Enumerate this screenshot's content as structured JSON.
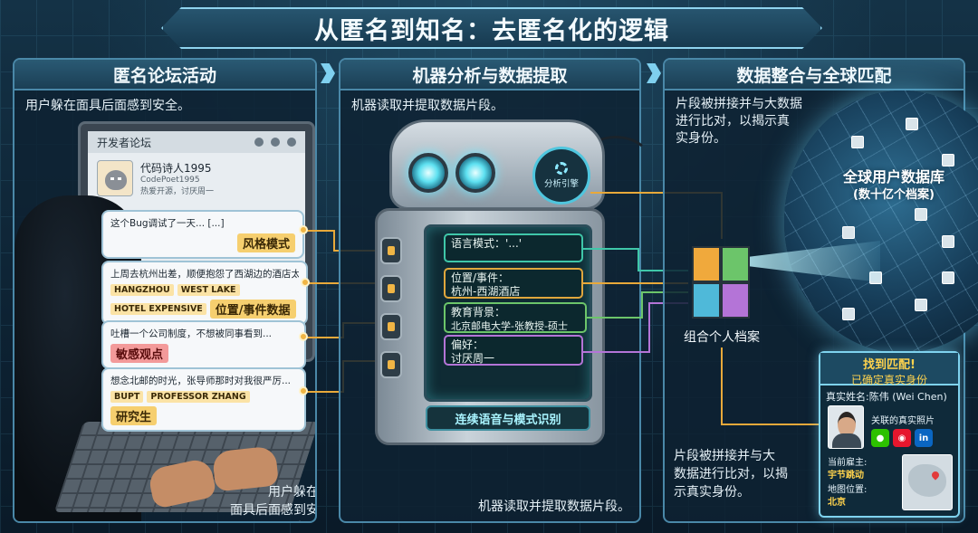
{
  "title": "从匿名到知名：去匿名化的逻辑",
  "panels": [
    {
      "header": "匿名论坛活动",
      "subtitle": "用户躲在面具后面感到安全。",
      "footer_lines": [
        "用户躲在",
        "面具后面感到安全。"
      ],
      "forum": {
        "name": "开发者论坛",
        "username": "代码诗人1995",
        "handle": "CodePoet1995",
        "bio": "热爱开源，讨厌周一"
      },
      "posts": [
        {
          "text": "这个Bug调试了一天... [...]",
          "tags": [],
          "category": "风格模式",
          "category_style": "gold"
        },
        {
          "text": "上周去杭州出差，顺便抱怨了西湖边的酒店太贵...",
          "tags": [
            "HANGZHOU",
            "WEST LAKE",
            "HOTEL EXPENSIVE"
          ],
          "category": "位置/事件数据",
          "category_style": "gold"
        },
        {
          "text": "吐槽一个公司制度，不想被同事看到...",
          "tags": [],
          "category": "敏感观点",
          "category_style": "red"
        },
        {
          "text": "想念北邮的时光，张导师那时对我很严厉...",
          "tags": [
            "BUPT",
            "PROFESSOR ZHANG"
          ],
          "category": "研究生",
          "category_style": "gold"
        }
      ]
    },
    {
      "header": "机器分析与数据提取",
      "subtitle": "机器读取并提取数据片段。",
      "footer": "机器读取并提取数据片段。",
      "engine_badge": "分析引擎",
      "base_label": "连续语音与模式识别",
      "extracted": [
        {
          "label": "语言模式：",
          "value": "'...'",
          "color": "teal"
        },
        {
          "label": "位置/事件：",
          "value": "杭州-西湖酒店",
          "color": "gold"
        },
        {
          "label": "教育背景：",
          "value": "北京邮电大学-张教授-硕士",
          "color": "green"
        },
        {
          "label": "偏好：",
          "value": "讨厌周一",
          "color": "purple"
        }
      ]
    },
    {
      "header": "数据整合与全球匹配",
      "subtitle_lines": [
        "片段被拼接并与大数据",
        "进行比对，以揭示真",
        "实身份。"
      ],
      "footer_lines": [
        "片段被拼接并与大",
        "数据进行比对，以揭",
        "示真实身份。"
      ],
      "globe_label_lines": [
        "全球用户数据库",
        "(数十亿个档案)"
      ],
      "puzzle_label": "组合个人档案",
      "match": {
        "title": "找到匹配!",
        "subtitle": "已确定真实身份",
        "real_name": "真实姓名:陈伟 (Wei Chen)",
        "photo_label": "关联的真实照片",
        "employer_label": "当前雇主:",
        "employer": "宇节跳动",
        "location_label": "地图位置:",
        "location": "北京",
        "socials": [
          "wechat-icon",
          "weibo-icon",
          "linkedin-icon"
        ]
      }
    }
  ],
  "colors": {
    "accent": "#7fd3ef",
    "gold": "#e8a93a",
    "teal": "#3fc7a9",
    "green": "#6cc56a",
    "purple": "#b474d7",
    "match_text": "#ffd34d"
  }
}
